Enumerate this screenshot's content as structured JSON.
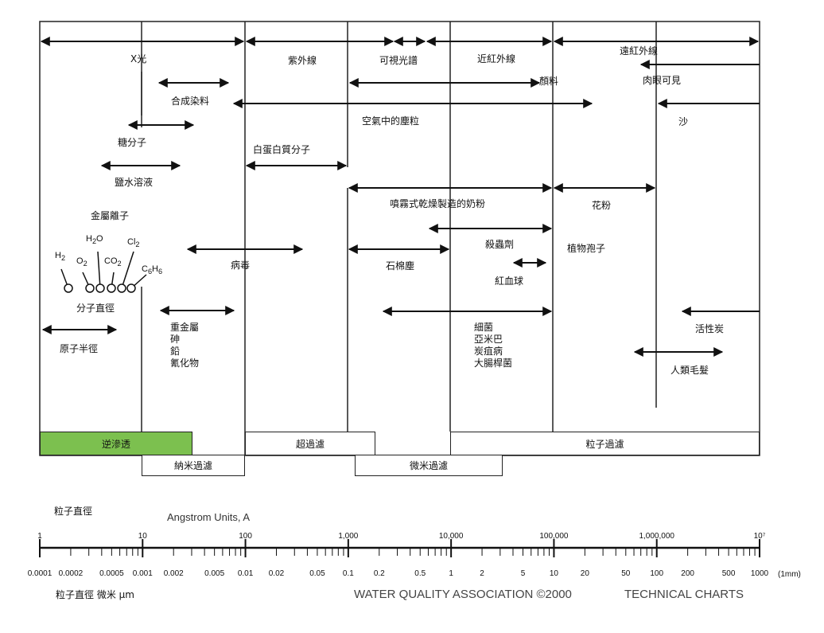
{
  "bands": {
    "xray": "X光",
    "uv": "紫外線",
    "visible": "可視光譜",
    "near_ir": "近紅外線",
    "far_ir": "遠紅外線"
  },
  "labels": {
    "synthetic_dye": "合成染料",
    "pigment": "顏料",
    "visible_eye": "肉眼可見",
    "airborne_dust": "空氣中的塵粒",
    "sand": "沙",
    "sugar": "糖分子",
    "protein": "白蛋白質分子",
    "saline": "鹽水溶液",
    "spray_milk": "噴霧式乾燥製造的奶粉",
    "pollen": "花粉",
    "metal_ion": "金屬離子",
    "insecticide": "殺蟲劑",
    "plant_spores": "植物孢子",
    "virus": "病毒",
    "asbestos": "石棉塵",
    "red_cell": "紅血球",
    "molecular_diameter": "分子直徑",
    "heavy_metal_group": "重金屬\n砷\n鉛\n氰化物",
    "bacteria_group": "細菌\n亞米巴\n炭疽病\n大腸桿菌",
    "activated_carbon": "活性炭",
    "atomic_radius": "原子半徑",
    "human_hair": "人類毛髮"
  },
  "molecules": [
    "H2",
    "O2",
    "H2O",
    "CO2",
    "Cl2",
    "C6H6"
  ],
  "processes": {
    "reverse_osmosis": "逆滲透",
    "ultrafiltration": "超過濾",
    "particle_filtration": "粒子過濾",
    "nanofiltration": "納米過濾",
    "microfiltration": "微米過濾"
  },
  "scale": {
    "top_title": "粒子直徑",
    "angstrom_title": "Angstrom Units, A",
    "angstrom_ticks": [
      "1",
      "10",
      "100",
      "1,000",
      "10,000",
      "100,000",
      "1,000,000",
      "10⁷"
    ],
    "micron_ticks": [
      "0.0001",
      "0.0002",
      "0.0005",
      "0.001",
      "0.002",
      "0.005",
      "0.01",
      "0.02",
      "0.05",
      "0.1",
      "0.2",
      "0.5",
      "1",
      "2",
      "5",
      "10",
      "20",
      "50",
      "100",
      "200",
      "500",
      "1000"
    ],
    "mm_unit": "(1mm)",
    "bottom_title": "粒子直徑 微米 μm"
  },
  "footer": {
    "association": "WATER QUALITY ASSOCIATION ©2000",
    "charts": "TECHNICAL CHARTS"
  },
  "colors": {
    "reverse_osmosis_fill": "#7cc04f"
  }
}
